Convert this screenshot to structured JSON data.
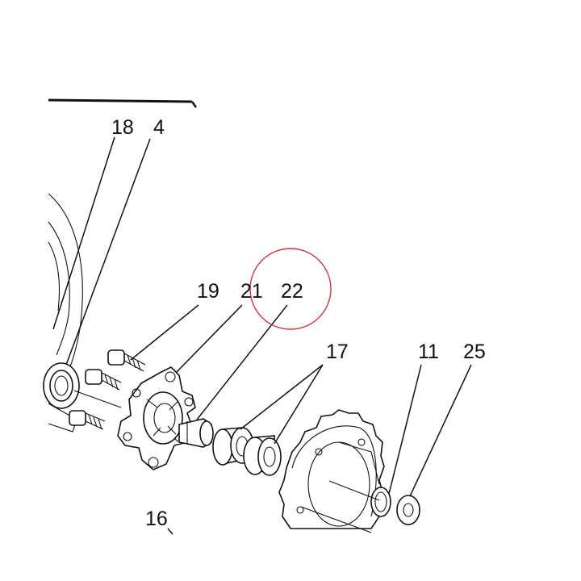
{
  "diagram": {
    "callouts": {
      "c18": "18",
      "c4": "4",
      "c19": "19",
      "c21": "21",
      "c22": "22",
      "c17": "17",
      "c11": "11",
      "c25": "25",
      "c16": "16"
    },
    "highlight_color": "#c9383c",
    "line_color": "#111111"
  }
}
